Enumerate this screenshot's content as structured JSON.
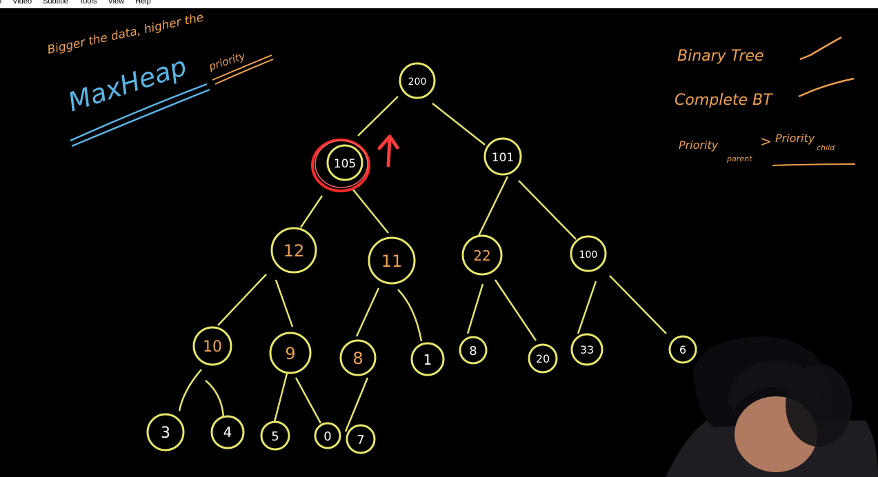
{
  "menubar": {
    "items": [
      {
        "label": "o"
      },
      {
        "label": "Video"
      },
      {
        "label": "Subtitle"
      },
      {
        "label": "Tools"
      },
      {
        "label": "View"
      },
      {
        "label": "Help"
      }
    ]
  },
  "notes": {
    "top_left_line1": "Bigger the data, higher the",
    "top_left_line2": "priority",
    "title": "MaxHeap",
    "right_1": "Binary Tree",
    "right_2": "Complete BT",
    "right_3_a": "Priority",
    "right_3_a_sub": "parent",
    "right_3_op": ">",
    "right_3_b": "Priority",
    "right_3_b_sub": "child"
  },
  "colors": {
    "node_stroke": "#e8e66a",
    "edge_stroke": "#e6e46a",
    "white_text": "#ffffff",
    "orange_text": "#f0a050",
    "title_blue": "#5ab4e6",
    "highlight_red": "#ff2a2a",
    "check_orange": "#f0a050"
  },
  "tree": {
    "n200": "200",
    "n105": "105",
    "n101": "101",
    "n12": "12",
    "n11": "11",
    "n22": "22",
    "n100": "100",
    "n10": "10",
    "n9": "9",
    "n8a": "8",
    "n1": "1",
    "n8b": "8",
    "n20": "20",
    "n33": "33",
    "n6": "6",
    "n3": "3",
    "n4": "4",
    "n5": "5",
    "n0": "0",
    "n7": "7"
  },
  "annotations": {
    "arrow": "up-arrow-icon"
  }
}
